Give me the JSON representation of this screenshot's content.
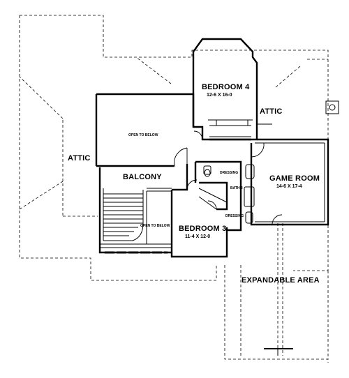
{
  "rooms": {
    "bedroom4": {
      "name": "BEDROOM 4",
      "size": "12-6 X 16-0"
    },
    "bedroom3": {
      "name": "BEDROOM 3",
      "size": "11-4 X 12-0"
    },
    "game_room": {
      "name": "GAME ROOM",
      "size": "14-6 X 17-4"
    },
    "balcony": {
      "name": "BALCONY"
    },
    "bath3": {
      "name": "BATH 3"
    },
    "dressing_upper": {
      "name": "DRESSING"
    },
    "dressing_lower": {
      "name": "DRESSING"
    },
    "attic_left": {
      "name": "ATTIC"
    },
    "attic_right": {
      "name": "ATTIC"
    },
    "open_to_below_upper": {
      "name": "OPEN TO BELOW"
    },
    "open_to_below_lower": {
      "name": "OPEN TO BELOW"
    },
    "expandable_area": {
      "name": "EXPANDABLE AREA"
    }
  },
  "colors": {
    "line": "#000000",
    "background": "#ffffff"
  }
}
